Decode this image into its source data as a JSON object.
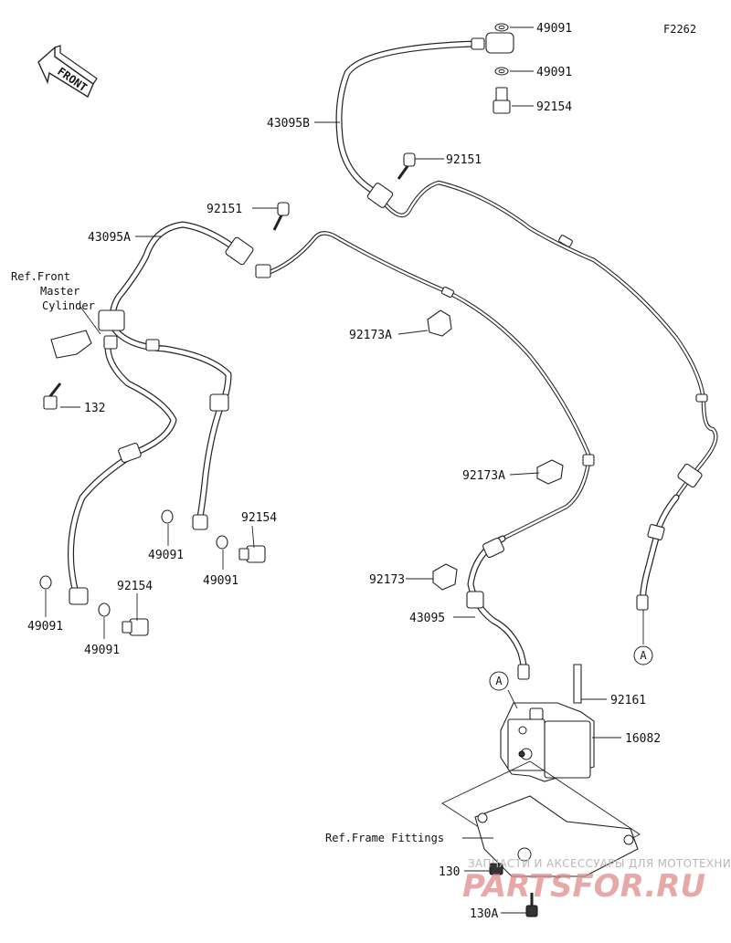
{
  "diagram_code": "F2262",
  "front_label": "FRONT",
  "callouts": {
    "c49091_top1": "49091",
    "c49091_top2": "49091",
    "c92154_top": "92154",
    "c43095B": "43095B",
    "c92151_right": "92151",
    "c92151_left": "92151",
    "c43095A": "43095A",
    "ref_front_master_1": "Ref.Front",
    "ref_front_master_2": "Master",
    "ref_front_master_3": "Cylinder",
    "c92173A_1": "92173A",
    "c132": "132",
    "c92173A_2": "92173A",
    "c92154_mid": "92154",
    "c49091_mid1": "49091",
    "c49091_mid2": "49091",
    "c92173": "92173",
    "c43095": "43095",
    "c92154_low": "92154",
    "c49091_low1": "49091",
    "c49091_low2": "49091",
    "marker_A1": "A",
    "marker_A2": "A",
    "c92161": "92161",
    "c16082": "16082",
    "ref_frame_fittings": "Ref.Frame Fittings",
    "c130": "130",
    "c130A": "130A"
  },
  "watermark": {
    "line1": "ЗАПЧАСТИ И АКСЕССУАРЫ ДЛЯ МОТОТЕХНИКИ",
    "brand": "PARTSFOR.RU"
  }
}
